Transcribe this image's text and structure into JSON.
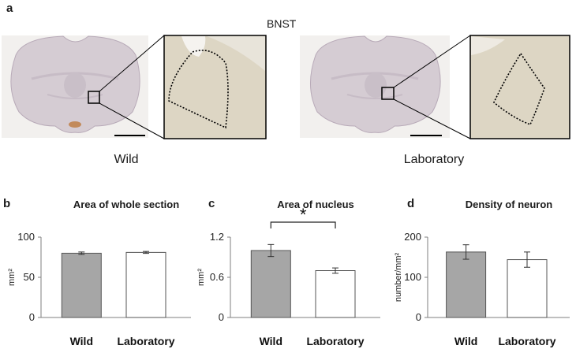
{
  "figure": {
    "panel_a": "a",
    "panel_b": "b",
    "panel_c": "c",
    "panel_d": "d",
    "region_label": "BNST",
    "left_caption": "Wild",
    "right_caption": "Laboratory",
    "colors": {
      "wild_bar": "#a6a6a6",
      "laboratory_bar": "#ffffff",
      "axis": "#7f7f7f"
    }
  },
  "chart_data": [
    {
      "type": "bar",
      "title": "Area of whole section",
      "xlabel": "",
      "ylabel": "mm²",
      "categories": [
        "Wild",
        "Laboratory"
      ],
      "values": [
        80,
        81
      ],
      "errors": [
        1.5,
        1.2
      ],
      "ylim": [
        0,
        100
      ],
      "yticks": [
        "0",
        "50",
        "100"
      ],
      "significance": ""
    },
    {
      "type": "bar",
      "title": "Area of nucleus",
      "xlabel": "",
      "ylabel": "mm²",
      "categories": [
        "Wild",
        "Laboratory"
      ],
      "values": [
        1.0,
        0.7
      ],
      "errors": [
        0.09,
        0.04
      ],
      "ylim": [
        0,
        1.2
      ],
      "yticks": [
        "0",
        "0.6",
        "1.2"
      ],
      "significance": "*"
    },
    {
      "type": "bar",
      "title": "Density of neuron",
      "xlabel": "",
      "ylabel": "number/mm²",
      "categories": [
        "Wild",
        "Laboratory"
      ],
      "values": [
        163,
        144
      ],
      "errors": [
        18,
        19
      ],
      "ylim": [
        0,
        200
      ],
      "yticks": [
        "0",
        "100",
        "200"
      ],
      "significance": ""
    }
  ]
}
